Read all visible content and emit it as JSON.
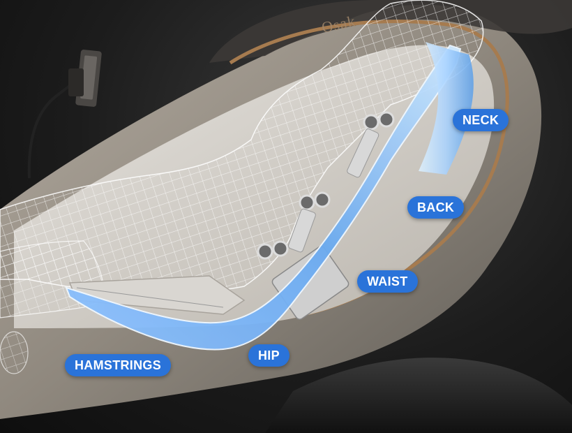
{
  "brand": {
    "text": "Osak"
  },
  "zones": [
    {
      "id": "neck",
      "label": "NECK"
    },
    {
      "id": "back",
      "label": "BACK"
    },
    {
      "id": "waist",
      "label": "WAIST"
    },
    {
      "id": "hip",
      "label": "HIP"
    },
    {
      "id": "hamstrings",
      "label": "HAMSTRINGS"
    }
  ],
  "colors": {
    "label_bg": "#2a73d9",
    "label_text": "#ffffff",
    "track_light": "#cfe9ff",
    "track_dark": "#5a9ce8",
    "chair_shell": "#8b857c",
    "chair_trim": "#a67b4f",
    "background": "#1a1a1a"
  },
  "icons": [
    "massage-chair-illustration",
    "remote-control-icon",
    "roller-icon"
  ]
}
